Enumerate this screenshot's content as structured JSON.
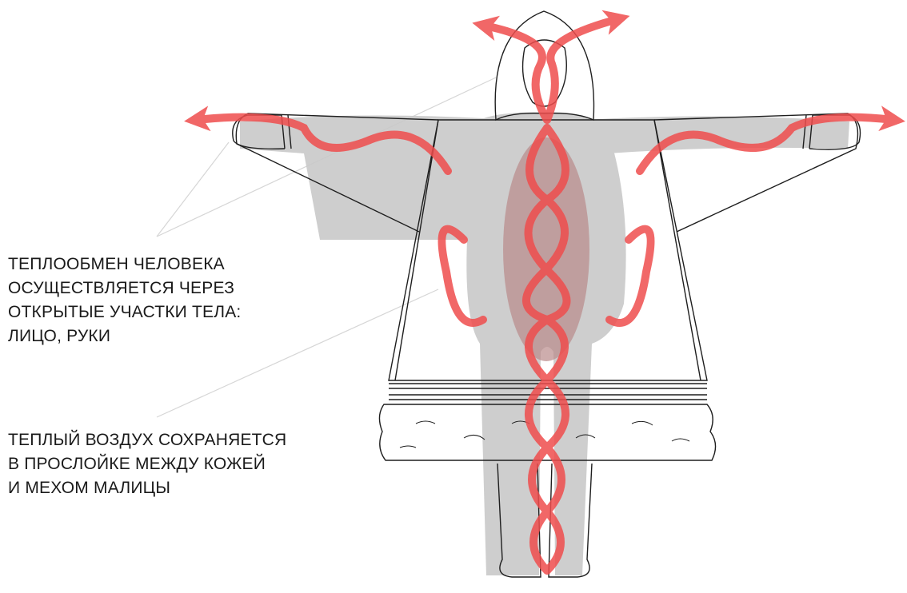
{
  "captions": [
    {
      "id": "heat-exchange",
      "text": "ТЕПЛООБМЕН ЧЕЛОВЕКА\nОСУЩЕСТВЛЯЕТСЯ ЧЕРЕЗ\nОТКРЫТЫЕ УЧАСТКИ ТЕЛА:\nЛИЦО, РУКИ"
    },
    {
      "id": "warm-air",
      "text": "ТЕПЛЫЙ ВОЗДУХ СОХРАНЯЕТСЯ\nВ ПРОСЛОЙКЕ МЕЖДУ КОЖЕЙ\nИ МЕХОМ МАЛИЦЫ"
    }
  ],
  "colors": {
    "heat_flow": "#ef4d4d",
    "body_silhouette": "#c9c9c9",
    "garment_outline": "#1e1e1e",
    "core_heat": "#b98a8a",
    "leader_line": "#d6d6d6",
    "text": "#1a1a1a"
  },
  "illustration": {
    "subject": "person in malitsa fur coat with arms outstretched",
    "heat_arrows": [
      "up-left",
      "up-right",
      "left",
      "right"
    ]
  }
}
